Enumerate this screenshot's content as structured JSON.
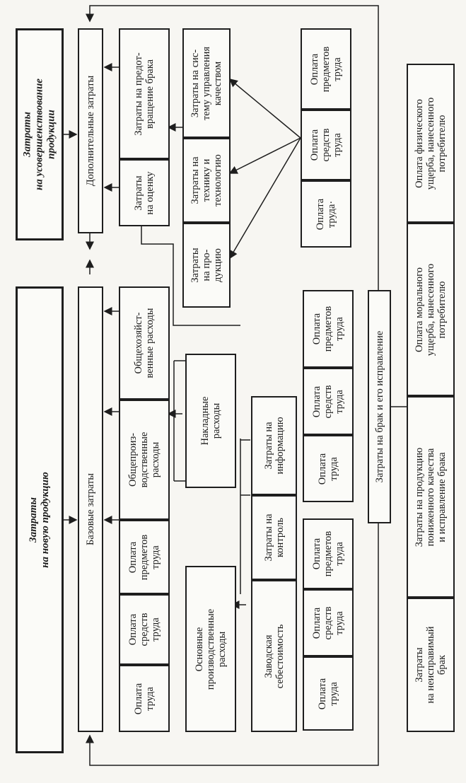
{
  "header": {
    "improvement_costs": "Затраты\nна усовершенствование\nпродукции",
    "new_product_costs": "Затраты\nна новую продукцию"
  },
  "additional": {
    "title": "Дополнительные затраты",
    "assessment": "Затраты\nна оценку",
    "prevention": "Затраты на предот-\nвращение брака",
    "product": "Затраты\nна про-\nдукцию",
    "technique": "Затраты на\nтехнику и\nтехнологию",
    "quality_system": "Затраты на сис-\nтему управления\nкачеством",
    "pay_labor": "Оплата\nтруда·",
    "pay_means": "Оплата\nсредств\nтруда",
    "pay_objects": "Оплата\nпредметов\nтруда"
  },
  "base": {
    "title": "Базовые затраты",
    "pay_labor": "Оплата\nтруда",
    "pay_means": "Оплата\nсредств\nтруда",
    "pay_objects": "Оплата\nпредметов\nтруда",
    "general_production": "Общепроиз-\nводственные\nрасходы",
    "general_business": "Общехозяйст-\nвенные расходы",
    "overhead": "Накладные\nрасходы",
    "main_production": "Основные\nпроизводственные\nрасходы",
    "factory_cost": "Заводская\nсебестоимость",
    "control": "Затраты на\nконтроль",
    "information": "Затраты на\nинформацию",
    "ctrl_pay_labor": "Оплата\nтруда",
    "ctrl_pay_means": "Оплата\nсредств\nтруда",
    "ctrl_pay_objects": "Оплата\nпредметов\nтруда",
    "info_pay_labor": "Оплата\nтруда",
    "info_pay_means": "Оплата\nсредств\nтруда",
    "info_pay_objects": "Оплата\nпредметов\nтруда"
  },
  "defects": {
    "title": "Затраты на брак и его исправление",
    "unfixable": "Затраты\nна неисправимый\nбрак",
    "low_quality": "Затраты на продукцию\nпониженного качества\nи исправление брака",
    "moral_damage": "Оплата морального\nущерба, нанесенного\nпотребителю",
    "physical_damage": "Оплата физического\nущерба, нанесенного\nпотребителю"
  }
}
